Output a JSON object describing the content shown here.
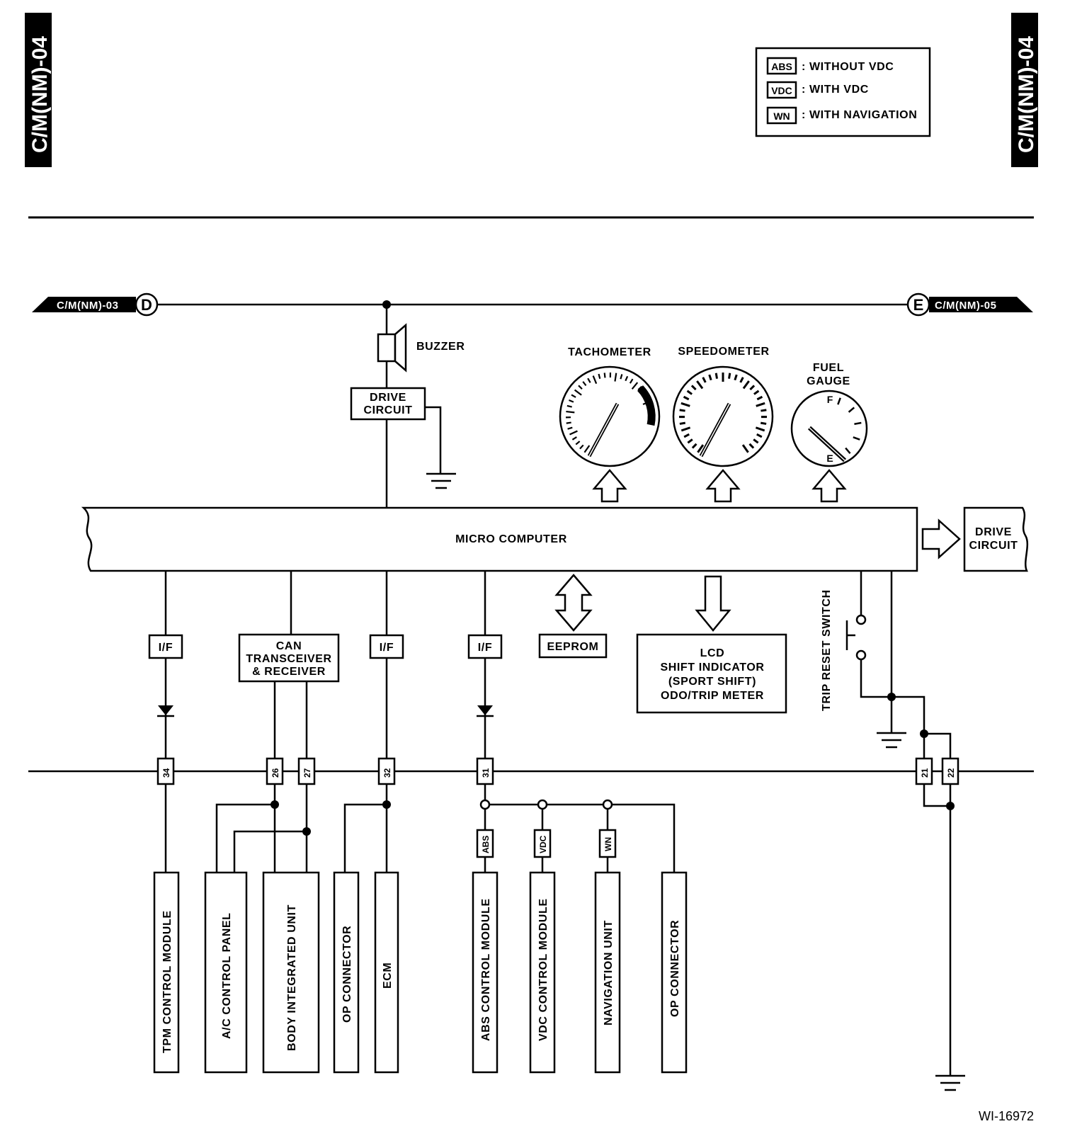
{
  "page_tags": {
    "left": "C/M(NM)-04",
    "right": "C/M(NM)-04"
  },
  "legend": [
    {
      "tag": "ABS",
      "text": ": WITHOUT VDC"
    },
    {
      "tag": "VDC",
      "text": ": WITH VDC"
    },
    {
      "tag": "WN",
      "text": ": WITH NAVIGATION"
    }
  ],
  "connectors": {
    "left": {
      "label": "C/M(NM)-03",
      "letter": "D"
    },
    "right": {
      "label": "C/M(NM)-05",
      "letter": "E"
    }
  },
  "buzzer": {
    "label": "BUZZER"
  },
  "buzzer_drive": {
    "line1": "DRIVE",
    "line2": "CIRCUIT"
  },
  "gauges": {
    "tachometer": "TACHOMETER",
    "speedometer": "SPEEDOMETER",
    "fuel_line1": "FUEL",
    "fuel_line2": "GAUGE",
    "fuel_full": "F",
    "fuel_empty": "E"
  },
  "micro_computer": "MICRO COMPUTER",
  "side_drive": {
    "line1": "DRIVE",
    "line2": "CIRCUIT"
  },
  "interfaces": {
    "if_label": "I/F"
  },
  "can": {
    "line1": "CAN",
    "line2": "TRANSCEIVER",
    "line3": "& RECEIVER"
  },
  "eeprom": "EEPROM",
  "lcd": {
    "line1": "LCD",
    "line2": "SHIFT INDICATOR",
    "line3": "(SPORT SHIFT)",
    "line4": "ODO/TRIP METER"
  },
  "trip_reset": "TRIP RESET SWITCH",
  "pins": {
    "p34": "34",
    "p26": "26",
    "p27": "27",
    "p32": "32",
    "p31": "31",
    "p21": "21",
    "p22": "22"
  },
  "option_tags": {
    "abs": "ABS",
    "vdc": "VDC",
    "wn": "WN"
  },
  "modules": {
    "tpm": "TPM CONTROL MODULE",
    "ac_panel": "A/C CONTROL PANEL",
    "body_unit": "BODY INTEGRATED UNIT",
    "op_connector_1": "OP CONNECTOR",
    "ecm": "ECM",
    "abs_module": "ABS CONTROL MODULE",
    "vdc_module": "VDC CONTROL MODULE",
    "navigation": "NAVIGATION UNIT",
    "op_connector_2": "OP CONNECTOR"
  },
  "figure_id": "WI-16972"
}
